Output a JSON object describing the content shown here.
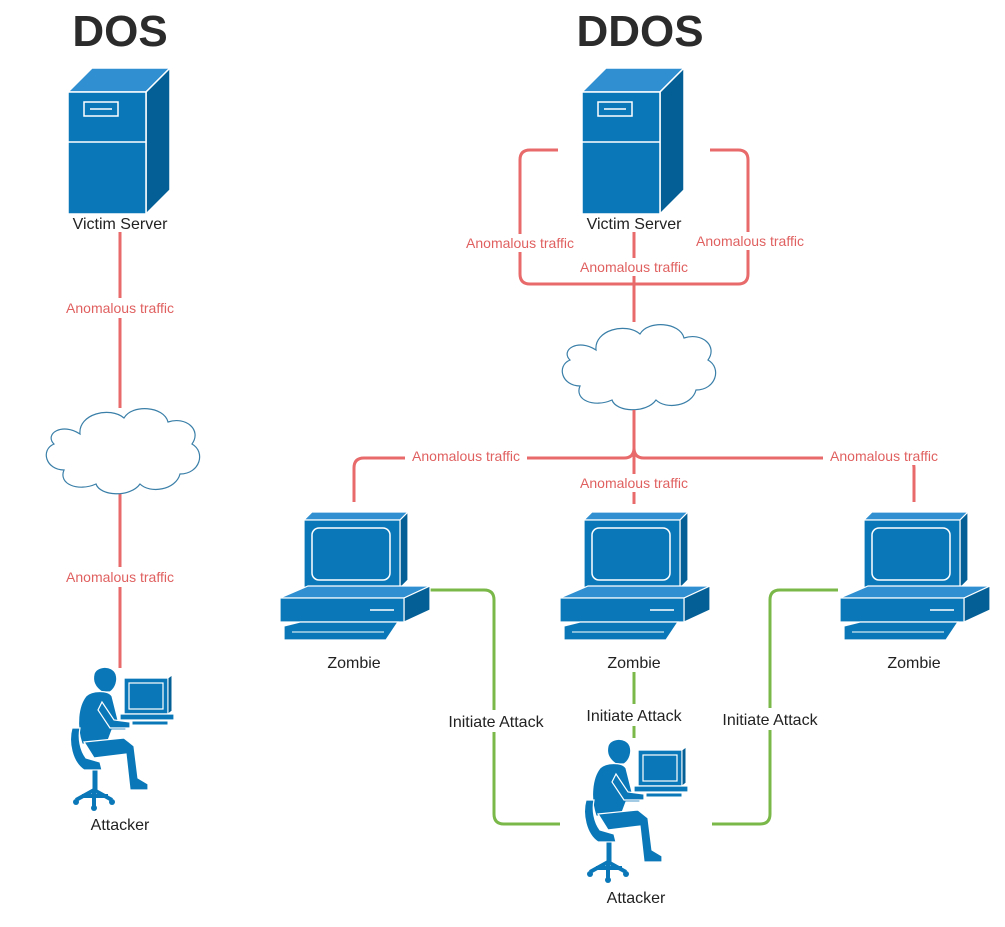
{
  "titles": {
    "dos": "DOS",
    "ddos": "DDOS"
  },
  "dos": {
    "server_label": "Victim Server",
    "traffic_upper": "Anomalous traffic",
    "traffic_lower": "Anomalous traffic",
    "attacker_label": "Attacker"
  },
  "ddos": {
    "server_label": "Victim Server",
    "traffic_left": "Anomalous traffic",
    "traffic_center": "Anomalous traffic",
    "traffic_right": "Anomalous traffic",
    "zombie_traffic_left": "Anomalous traffic",
    "zombie_traffic_center": "Anomalous traffic",
    "zombie_traffic_right": "Anomalous traffic",
    "zombies": [
      "Zombie",
      "Zombie",
      "Zombie"
    ],
    "initiate_left": "Initiate Attack",
    "initiate_center": "Initiate Attack",
    "initiate_right": "Initiate Attack",
    "attacker_label": "Attacker"
  },
  "colors": {
    "device": "#0a78b8",
    "anomalous_line": "#e86a6a",
    "initiate_line": "#7bb84a"
  },
  "icons": [
    "server-icon",
    "cloud-icon",
    "computer-icon",
    "attacker-icon"
  ]
}
